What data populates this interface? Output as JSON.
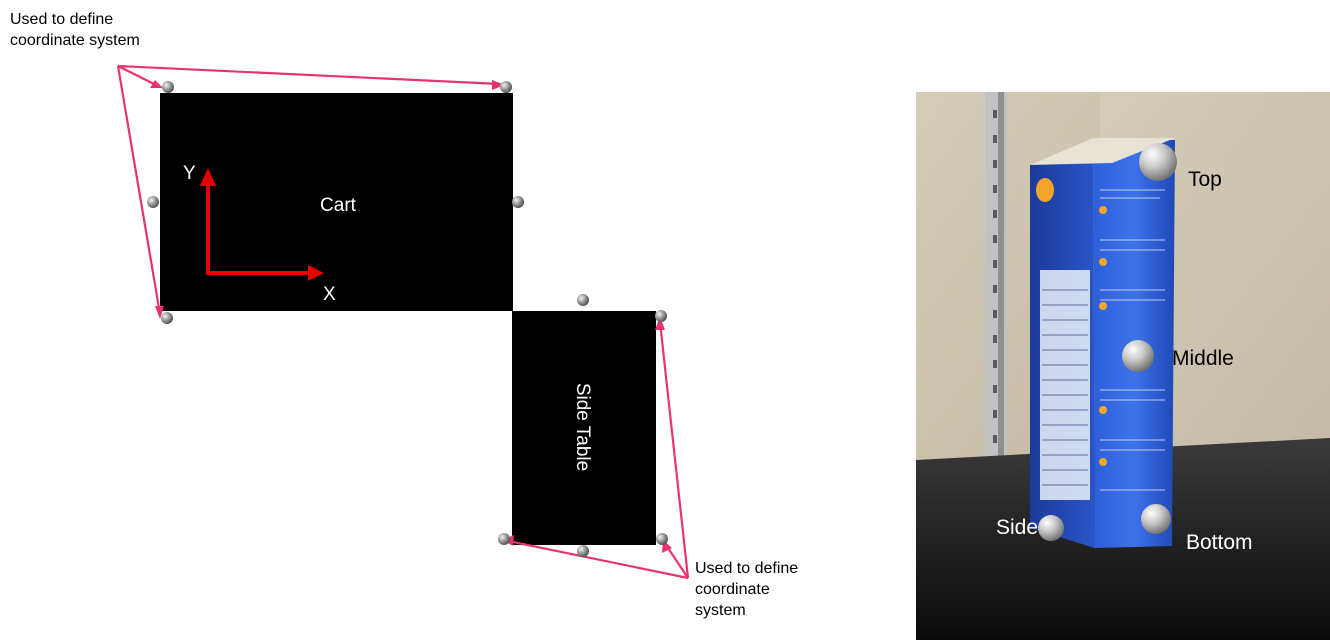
{
  "annotations": {
    "top_left": "Used to define\ncoordinate system",
    "bottom_right": "Used to define\ncoordinate\nsystem"
  },
  "cart": {
    "label": "Cart"
  },
  "side_table": {
    "label": "Side Table"
  },
  "axes": {
    "x_label": "X",
    "y_label": "Y"
  },
  "photo": {
    "marker_top": "Top",
    "marker_middle": "Middle",
    "marker_side": "Side",
    "marker_bottom": "Bottom"
  },
  "colors": {
    "arrow_pink": "#e8336f",
    "axis_red": "#e60000",
    "box_black": "#000000"
  }
}
